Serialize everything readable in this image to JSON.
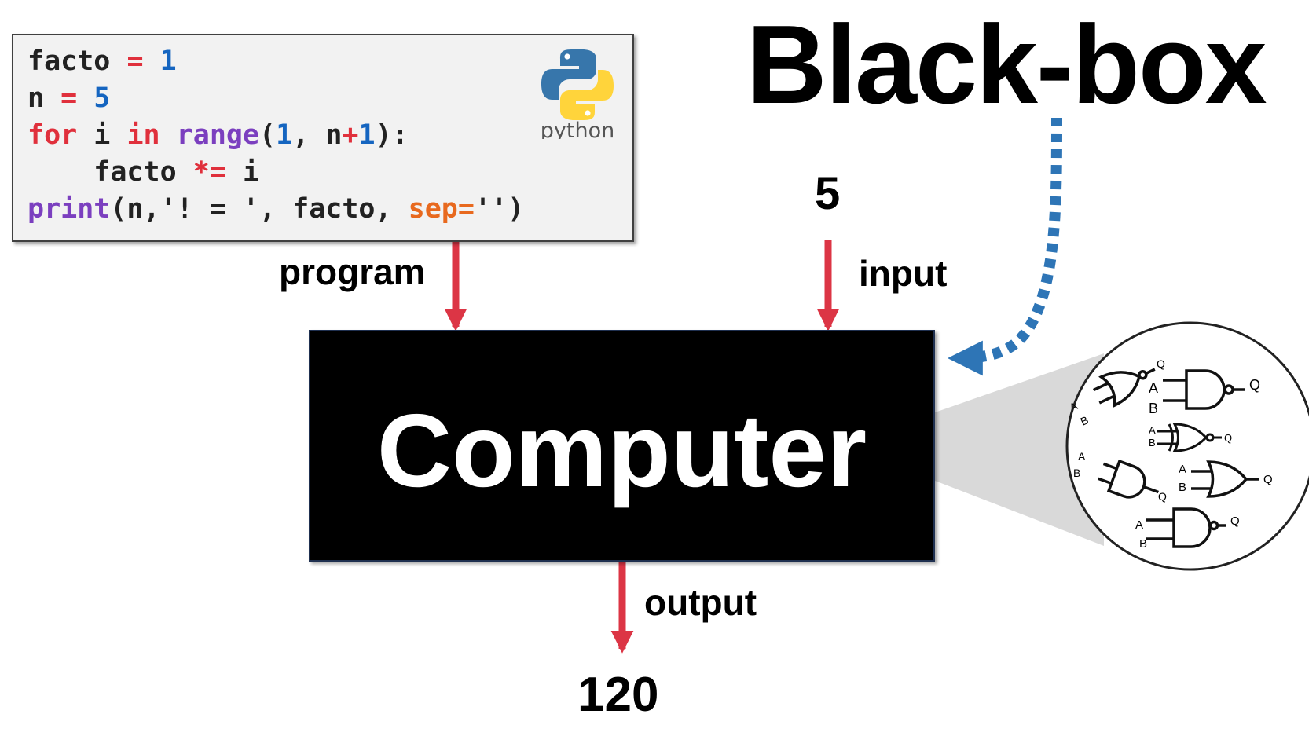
{
  "title": "Black-box",
  "code": {
    "lines": [
      [
        {
          "t": "facto ",
          "c": "plain"
        },
        {
          "t": "= ",
          "c": "op"
        },
        {
          "t": "1",
          "c": "num"
        }
      ],
      [
        {
          "t": "n ",
          "c": "plain"
        },
        {
          "t": "= ",
          "c": "op"
        },
        {
          "t": "5",
          "c": "num"
        }
      ],
      [
        {
          "t": "for",
          "c": "kw"
        },
        {
          "t": " i ",
          "c": "plain"
        },
        {
          "t": "in",
          "c": "kw"
        },
        {
          "t": " ",
          "c": "plain"
        },
        {
          "t": "range",
          "c": "builtin"
        },
        {
          "t": "(",
          "c": "plain"
        },
        {
          "t": "1",
          "c": "num"
        },
        {
          "t": ", n",
          "c": "plain"
        },
        {
          "t": "+",
          "c": "op"
        },
        {
          "t": "1",
          "c": "num"
        },
        {
          "t": "):",
          "c": "plain"
        }
      ],
      [
        {
          "t": "    facto ",
          "c": "plain"
        },
        {
          "t": "*=",
          "c": "op"
        },
        {
          "t": " i",
          "c": "plain"
        }
      ],
      [
        {
          "t": "print",
          "c": "builtin"
        },
        {
          "t": "(n,'! = ', facto, ",
          "c": "plain"
        },
        {
          "t": "sep=",
          "c": "param"
        },
        {
          "t": "'')",
          "c": "plain"
        }
      ]
    ]
  },
  "python_logo_text": "python",
  "labels": {
    "program": "program",
    "input": "input",
    "output": "output",
    "input_value": "5",
    "output_value": "120",
    "computer": "Computer"
  },
  "logic_gates": {
    "pin_a": "A",
    "pin_b": "B",
    "pin_q": "Q",
    "gate_types": [
      "nor-gate",
      "nand-gate",
      "xnor-gate",
      "and-gate",
      "or-gate",
      "nand-gate"
    ]
  },
  "colors": {
    "arrow_red": "#dc3545",
    "dotted_blue": "#2e75b6",
    "code_keyword": "#e0303c",
    "code_number": "#1565c0",
    "code_builtin": "#7b3fbf",
    "code_param": "#e8691e",
    "code_plain": "#222222",
    "box_black": "#000000",
    "zoom_gray": "#d9d9d9",
    "python_blue": "#3776ab",
    "python_yellow": "#ffd43b"
  }
}
